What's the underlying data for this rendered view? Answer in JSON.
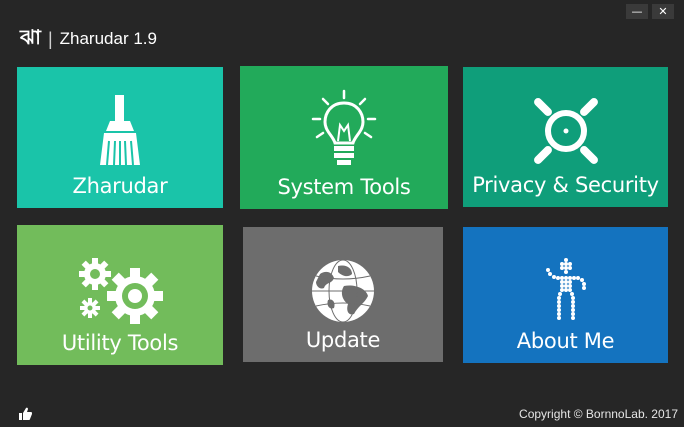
{
  "window": {
    "minimize_glyph": "—",
    "close_glyph": "✕"
  },
  "app": {
    "logo_text": "ঝা",
    "separator": "|",
    "title": "Zharudar 1.9"
  },
  "tiles": [
    {
      "label": "Zharudar",
      "icon": "broom-icon",
      "color": "#1ac4a9"
    },
    {
      "label": "System Tools",
      "icon": "lightbulb-icon",
      "color": "#22aa5a"
    },
    {
      "label": "Privacy & Security",
      "icon": "shield-lens-icon",
      "color": "#0f9e7a"
    },
    {
      "label": "Utility Tools",
      "icon": "gears-icon",
      "color": "#72bc5b"
    },
    {
      "label": "Update",
      "icon": "globe-icon",
      "color": "#6d6d6d"
    },
    {
      "label": "About Me",
      "icon": "person-icon",
      "color": "#1473bf"
    }
  ],
  "footer": {
    "like_icon": "thumbs-up-icon",
    "copyright": "Copyright © BornnoLab. 2017"
  }
}
